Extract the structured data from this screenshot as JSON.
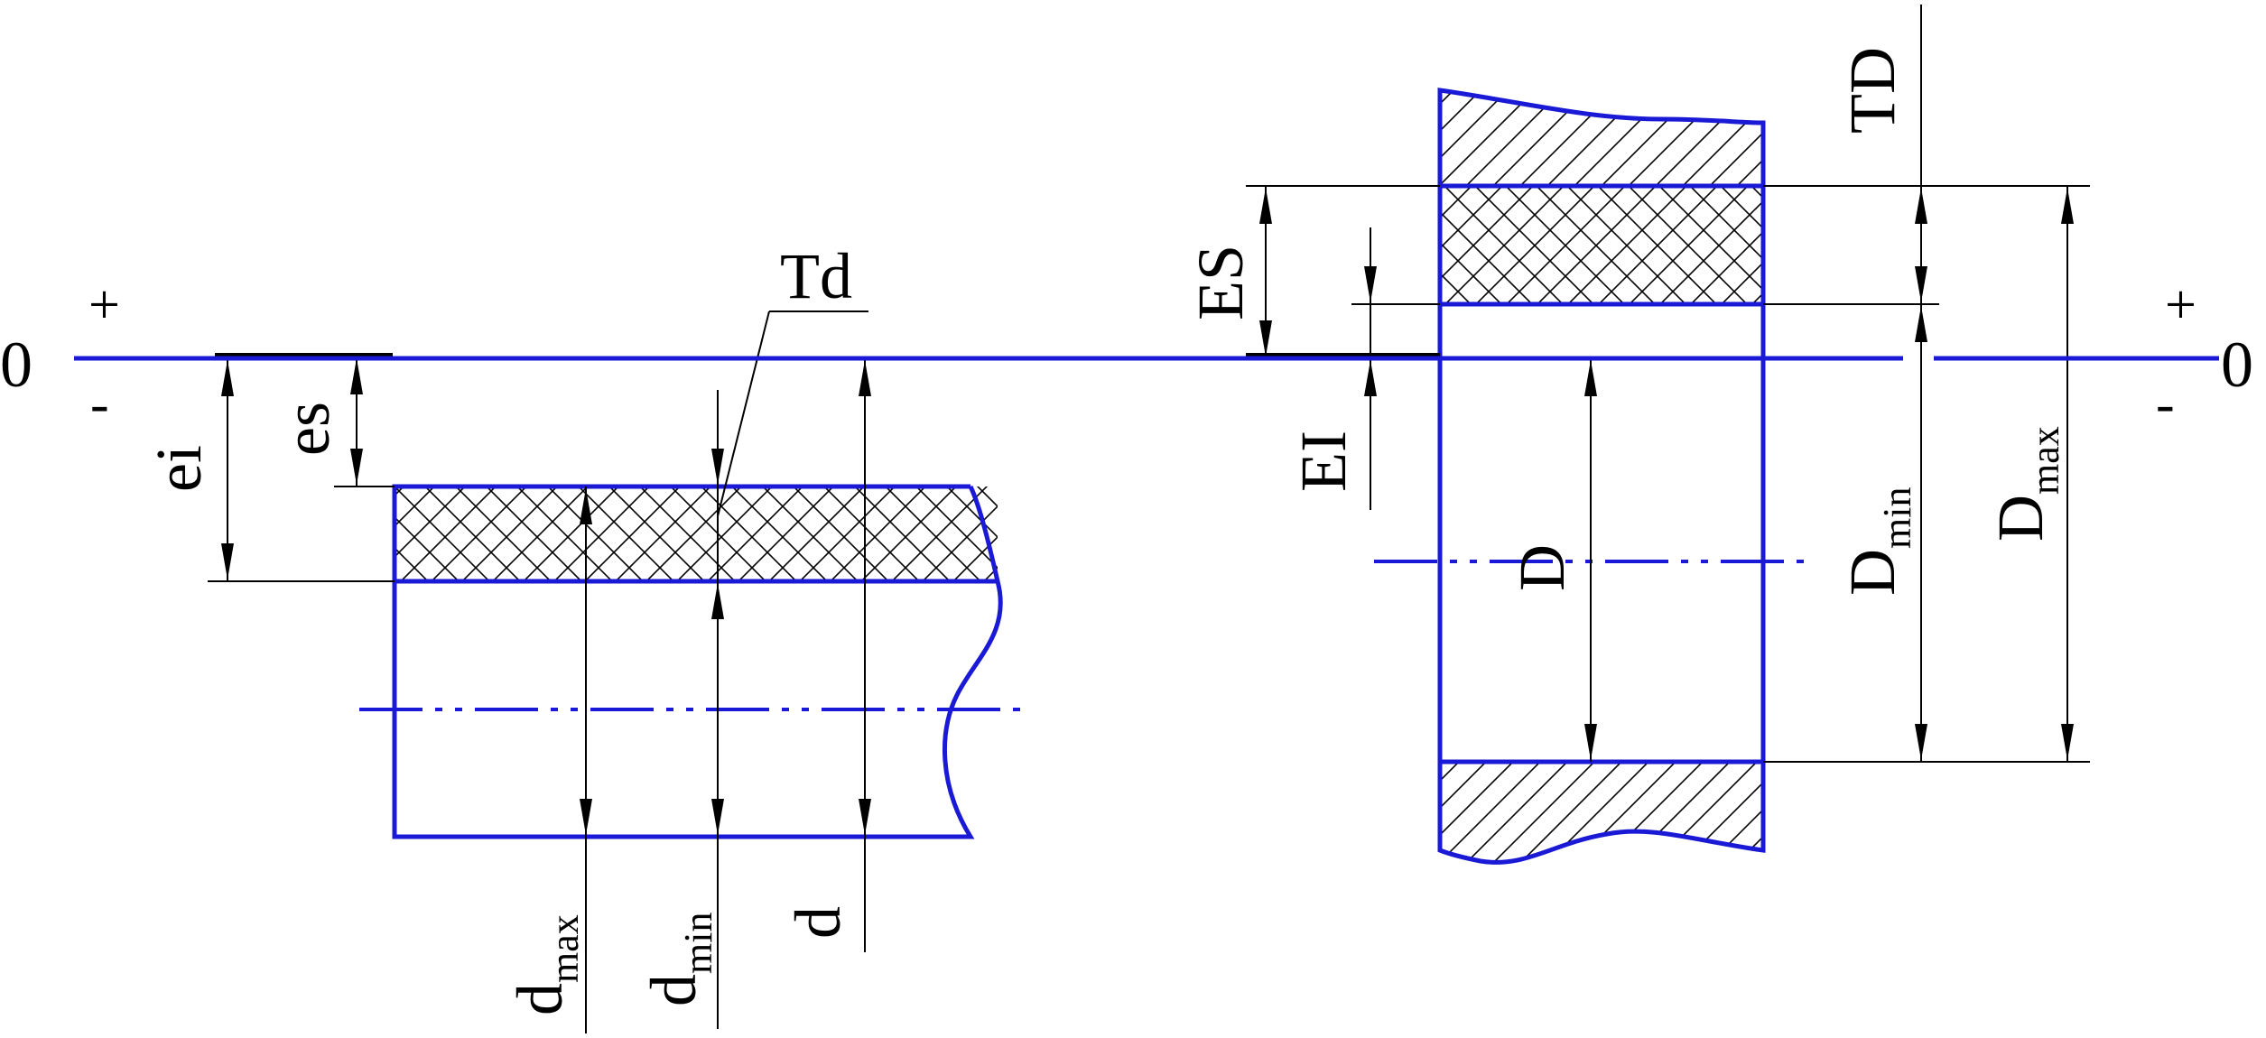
{
  "zero_line": {
    "left_label": "0",
    "right_label": "0"
  },
  "signs": {
    "left_plus": "+",
    "left_minus": "-",
    "right_plus": "+",
    "right_minus": "-"
  },
  "shaft": {
    "upper_deviation": "es",
    "lower_deviation": "ei",
    "tolerance": "Td",
    "nominal": "d",
    "max": {
      "base": "d",
      "sub": "max"
    },
    "min": {
      "base": "d",
      "sub": "min"
    }
  },
  "hole": {
    "upper_deviation": "ES",
    "lower_deviation": "EI",
    "tolerance": "TD",
    "nominal": "D",
    "max": {
      "base": "D",
      "sub": "max"
    },
    "min": {
      "base": "D",
      "sub": "min"
    }
  },
  "colors": {
    "part": "#1a1ad6",
    "dim": "#000000"
  }
}
